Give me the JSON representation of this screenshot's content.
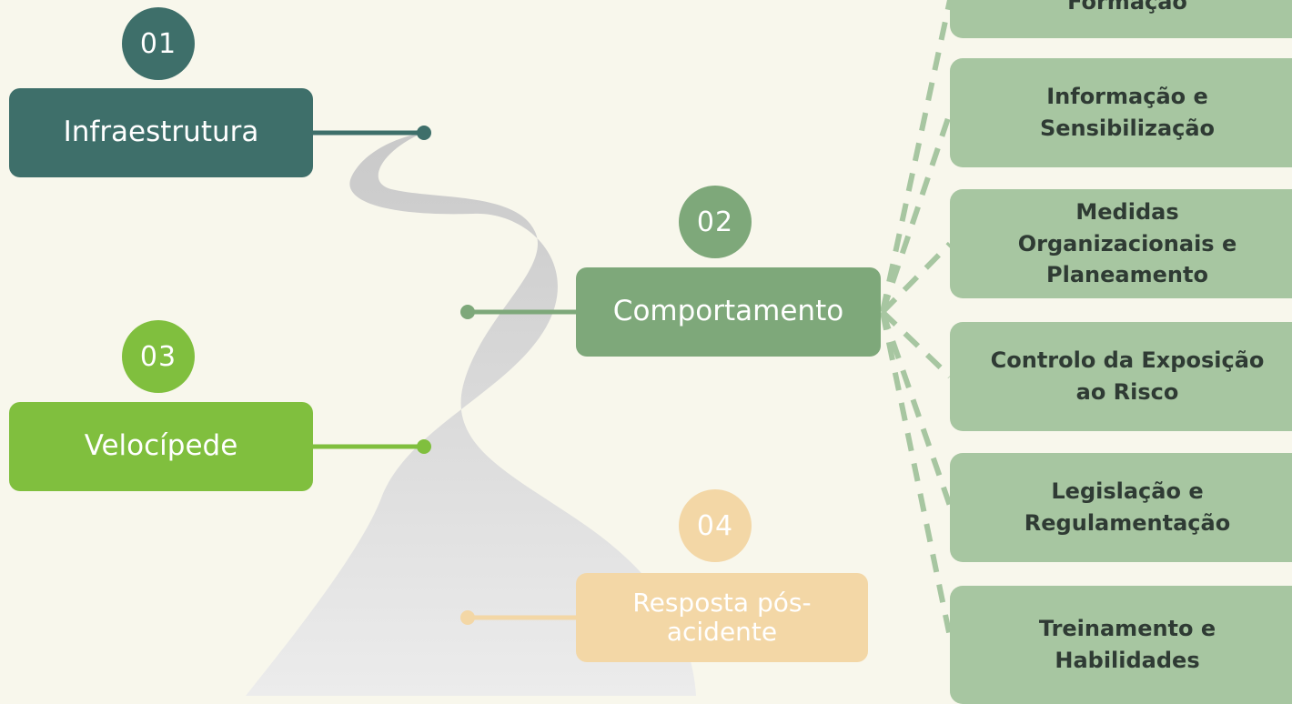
{
  "steps": [
    {
      "number": "01",
      "label": "Infraestrutura",
      "color": "#3e6f6a"
    },
    {
      "number": "02",
      "label": "Comportamento",
      "color": "#7ea87a"
    },
    {
      "number": "03",
      "label": "Velocípede",
      "color": "#80bf3e"
    },
    {
      "number": "04",
      "label": "Resposta pós-acidente",
      "color": "#f3d7a6"
    }
  ],
  "measures": [
    "Formação",
    "Informação e Sensibilização",
    "Medidas Organizacionais e Planeamento",
    "Controlo da Exposição ao Risco",
    "Legislação e Regulamentação",
    "Treinamento e Habilidades"
  ],
  "colors": {
    "background": "#f8f7ec",
    "road": "#d2d2d2",
    "measure_card": "#a7c6a1",
    "dashed_connector": "#a7c6a1"
  }
}
